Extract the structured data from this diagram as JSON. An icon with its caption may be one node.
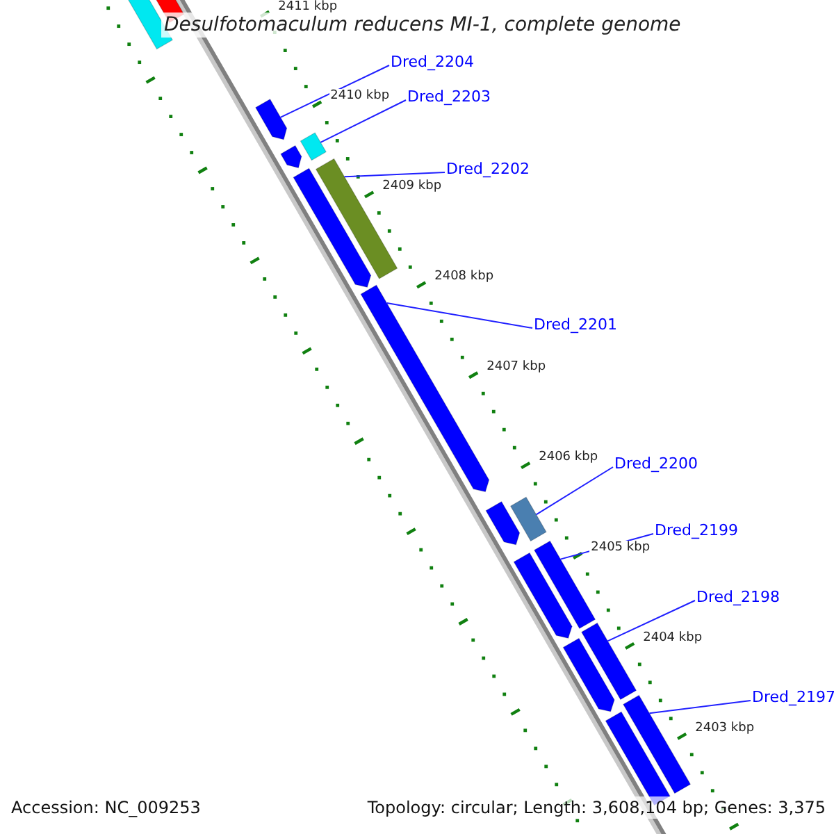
{
  "diagram": {
    "title": "Desulfotomaculum reducens MI-1, complete genome",
    "nodes": [
      {
        "text": [
          "Dred_2204"
        ]
      },
      {
        "text": [
          "Dred_2203"
        ]
      },
      {
        "text": [
          "Dred_2202"
        ]
      },
      {
        "text": [
          "Dred_2201"
        ]
      },
      {
        "text": [
          "Dred_2200"
        ]
      },
      {
        "text": [
          "Dred_2199"
        ]
      },
      {
        "text": [
          "Dred_2198"
        ]
      },
      {
        "text": [
          "Dred_2197"
        ]
      },
      {
        "text": [],
        "shape": "bar"
      },
      {
        "text": [],
        "shape": "bar"
      },
      {
        "text": [],
        "shape": "bar"
      },
      {
        "text": [],
        "shape": "bar"
      },
      {
        "text": [],
        "shape": "bar"
      },
      {
        "text": [],
        "shape": "bar"
      },
      {
        "text": [],
        "shape": "bar"
      },
      {
        "text": [],
        "shape": "bar"
      },
      {
        "text": [],
        "shape": "bar"
      },
      {
        "text": [],
        "shape": "bar"
      },
      {
        "text": [],
        "shape": "bar"
      },
      {
        "text": [],
        "shape": "bar"
      },
      {
        "text": [],
        "shape": "bar"
      },
      {
        "text": [],
        "shape": "bar"
      },
      {
        "text": [],
        "shape": "bar"
      },
      {
        "text": [],
        "shape": "bar"
      }
    ],
    "edges": [
      {
        "from": 0,
        "to": 10,
        "arrow": "none"
      },
      {
        "from": 1,
        "to": 12,
        "arrow": "none"
      },
      {
        "from": 2,
        "to": 14,
        "arrow": "none"
      },
      {
        "from": 3,
        "to": 15,
        "arrow": "none"
      },
      {
        "from": 4,
        "to": 17,
        "arrow": "none"
      },
      {
        "from": 5,
        "to": 19,
        "arrow": "none"
      },
      {
        "from": 6,
        "to": 21,
        "arrow": "none"
      },
      {
        "from": 7,
        "to": 23,
        "arrow": "none"
      }
    ],
    "labels": [
      "2411 kbp",
      "2410 kbp",
      "2409 kbp",
      "2408 kbp",
      "2407 kbp",
      "2406 kbp",
      "2405 kbp",
      "2404 kbp",
      "2403 kbp",
      "Accession: NC_009253",
      "Topology: circular; Length: 3,608,104 bp; Genes: 3,375"
    ]
  }
}
